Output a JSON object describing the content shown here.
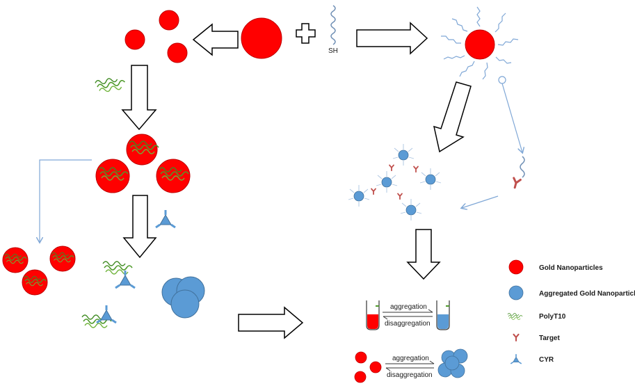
{
  "colors": {
    "gold": "#ff0000",
    "gold_outline": "#c00000",
    "aggregated": "#5b9bd5",
    "aggregated_outline": "#41719c",
    "polyt10": "#4e9a2a",
    "target": "#c0504d",
    "cyr": "#5b9bd5",
    "arrow_outline": "#000000",
    "thin_arrow": "#7fa7d6",
    "dna_strand": "#6f8fb5"
  },
  "labels": {
    "thiol": "SH",
    "aggregation_1": "aggregation",
    "disaggregation_1": "disaggregation",
    "aggregation_2": "aggregation",
    "disaggregation_2": "disaggregation"
  },
  "legend": [
    {
      "icon": "gold-nanoparticle-icon",
      "label": "Gold Nanoparticles"
    },
    {
      "icon": "aggregated-gold-nanoparticle-icon",
      "label": "Aggregated Gold Nanoparticles"
    },
    {
      "icon": "polyt10-icon",
      "label": "PolyT10"
    },
    {
      "icon": "target-icon",
      "label": "Target"
    },
    {
      "icon": "cyr-icon",
      "label": "CYR"
    }
  ]
}
